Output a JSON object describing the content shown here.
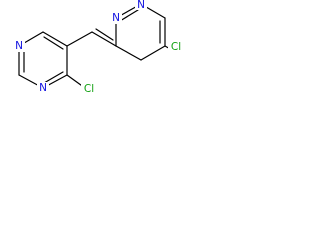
{
  "molecule": {
    "atoms": {
      "n1": {
        "label": "N",
        "color": "#1010e0"
      },
      "n3": {
        "label": "N",
        "color": "#1010e0"
      },
      "n4": {
        "label": "N",
        "color": "#1010e0"
      },
      "n5": {
        "label": "N",
        "color": "#1010e0"
      },
      "cl1": {
        "label": "Cl",
        "color": "#10a010"
      },
      "cl2": {
        "label": "Cl",
        "color": "#10a010"
      }
    },
    "bond_color": "#000000"
  }
}
